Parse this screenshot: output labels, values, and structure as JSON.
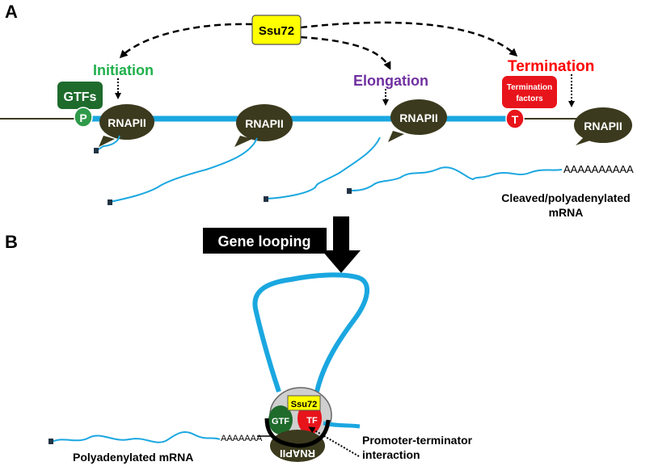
{
  "panel_a": {
    "letter": "A",
    "ssu72_label": "Ssu72",
    "initiation_label": "Initiation",
    "elongation_label": "Elongation",
    "termination_label": "Termination",
    "gtfs_label": "GTFs",
    "promoter_label": "P",
    "terminator_label": "T",
    "termination_factors_line1": "Termination",
    "termination_factors_line2": "factors",
    "rnapii_label": "RNAPII",
    "polya_tail": "AAAAAAAAAA",
    "cleaved_line1": "Cleaved/polyadenylated",
    "cleaved_line2": "mRNA"
  },
  "panel_b": {
    "letter": "B",
    "gene_looping_label": "Gene looping",
    "ssu72_label": "Ssu72",
    "gtf_label": "GTF",
    "tf_label": "TF",
    "rnapii_label": "RNAPII",
    "polya_tail": "AAAAAAA",
    "polyadenylated_label": "Polyadenylated mRNA",
    "interaction_line1": "Promoter-terminator",
    "interaction_line2": "interaction"
  },
  "colors": {
    "dna": "#1aa7e0",
    "rnapii": "#3b3a1e",
    "gtf_green": "#1e6b2c",
    "promoter_green": "#2f9a4a",
    "termination_red": "#e8141b",
    "ssu72_yellow": "#ffff00",
    "initiation_text": "#1fb04b",
    "elongation_text": "#7030a0",
    "termination_text": "#ff0000"
  }
}
